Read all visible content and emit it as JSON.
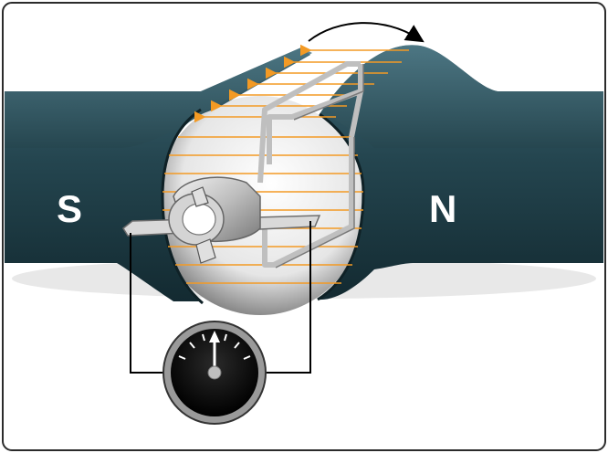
{
  "magnet": {
    "south_label": "S",
    "north_label": "N",
    "pole_color": "#1f3f4a",
    "pole_highlight": "#3d6674",
    "flux_color": "#f39a24"
  },
  "rotation": {
    "direction": "clockwise"
  },
  "loop": {
    "color": "#c9c9c9"
  },
  "meter": {
    "needle_position": "center",
    "needle_color": "#ffffff"
  }
}
